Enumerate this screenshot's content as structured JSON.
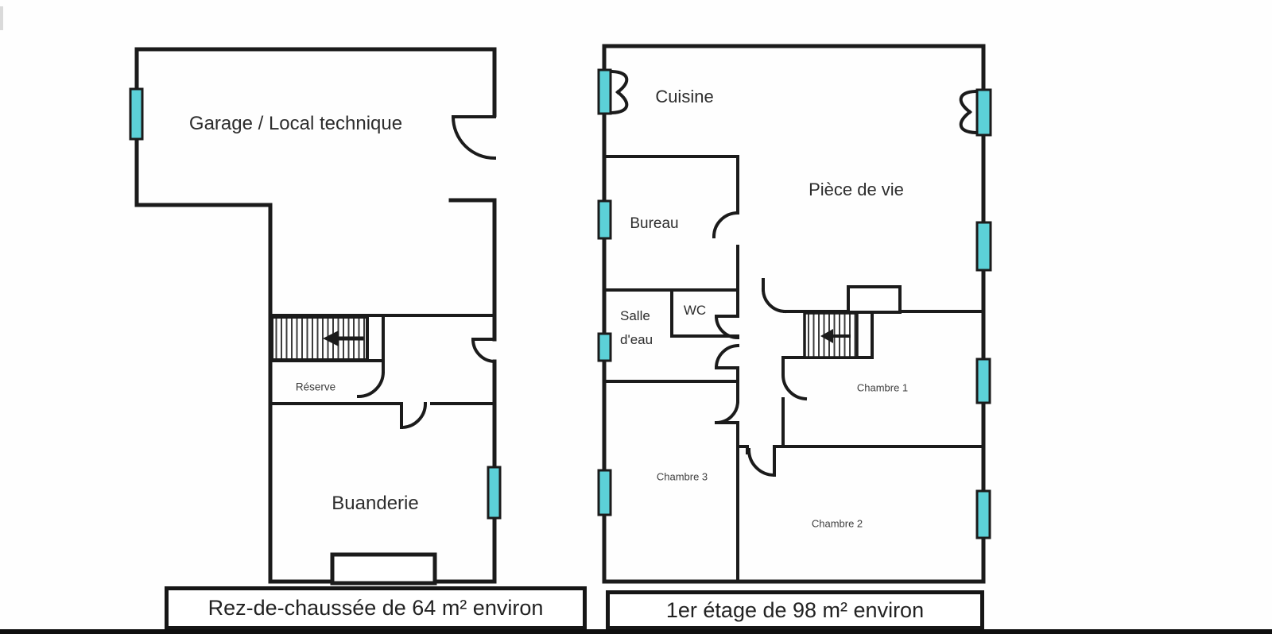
{
  "colors": {
    "wall": "#1b1b1b",
    "window": "#5cd1d8",
    "background": "#ffffff"
  },
  "ground_floor": {
    "caption": "Rez-de-chaussée de 64 m² environ",
    "rooms": [
      {
        "id": "garage",
        "label": "Garage / Local technique"
      },
      {
        "id": "reserve",
        "label": "Réserve"
      },
      {
        "id": "buanderie",
        "label": "Buanderie"
      }
    ]
  },
  "first_floor": {
    "caption": "1er étage de 98 m² environ",
    "rooms": [
      {
        "id": "cuisine",
        "label": "Cuisine"
      },
      {
        "id": "piece-de-vie",
        "label": "Pièce de vie"
      },
      {
        "id": "bureau",
        "label": "Bureau"
      },
      {
        "id": "salle-deau",
        "label": "Salle d'eau"
      },
      {
        "id": "wc",
        "label": "WC"
      },
      {
        "id": "chambre-1",
        "label": "Chambre 1"
      },
      {
        "id": "chambre-2",
        "label": "Chambre 2"
      },
      {
        "id": "chambre-3",
        "label": "Chambre 3"
      }
    ]
  }
}
